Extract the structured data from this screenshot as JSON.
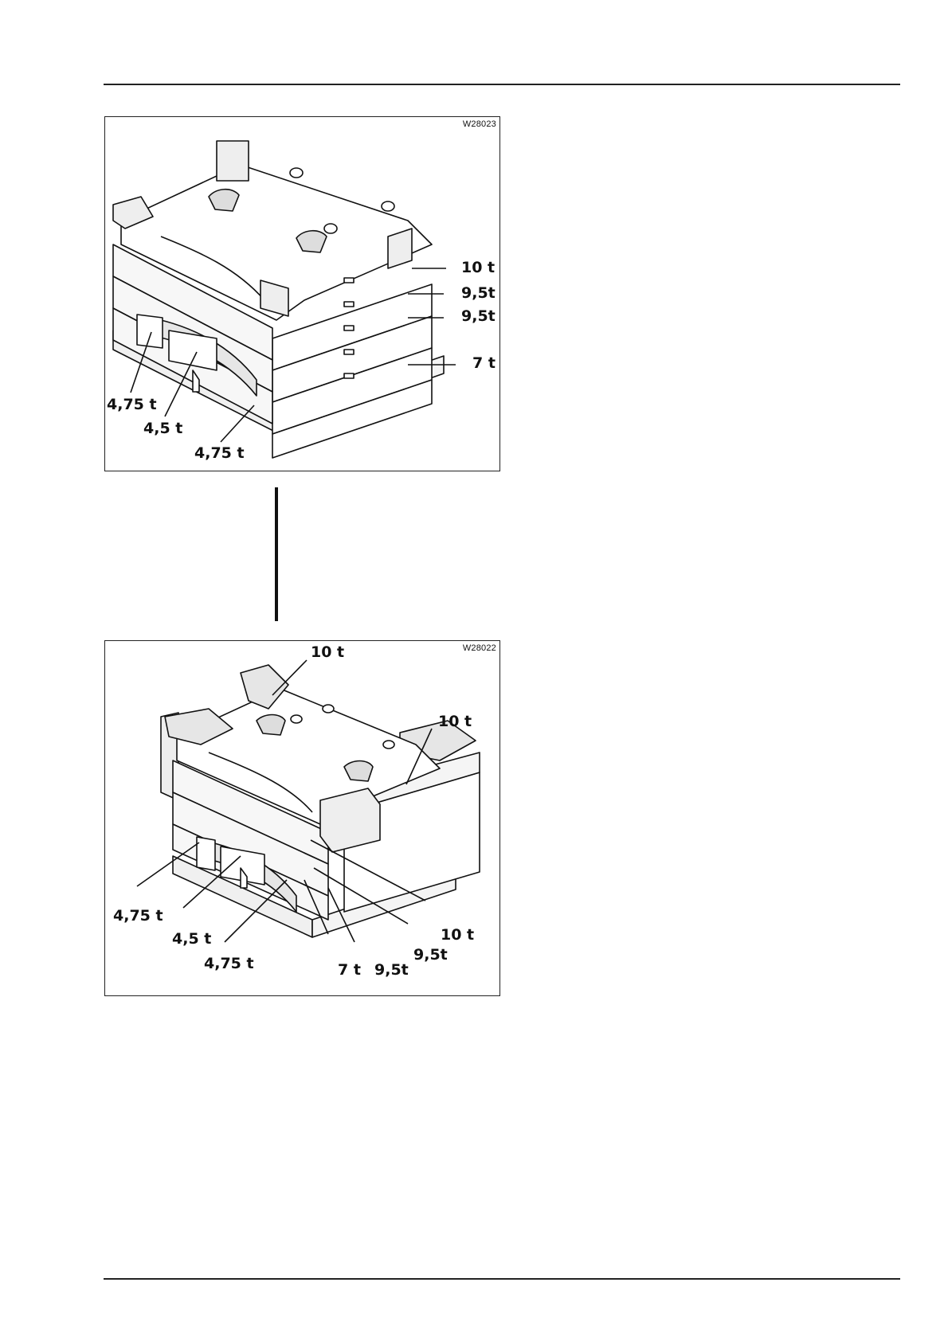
{
  "figures": [
    {
      "id": "W28023",
      "labels": {
        "w10": "10 t",
        "w95a": "9,5t",
        "w95b": "9,5t",
        "w7": "7 t",
        "w475a": "4,75 t",
        "w45": "4,5 t",
        "w475b": "4,75 t"
      }
    },
    {
      "id": "W28022",
      "labels": {
        "top10": "10 t",
        "right10": "10 t",
        "w475a": "4,75 t",
        "w45": "4,5 t",
        "w475b": "4,75 t",
        "w7": "7 t",
        "w95a": "9,5t",
        "w95b": "9,5t",
        "low10": "10 t"
      }
    }
  ],
  "colors": {
    "line": "#111111",
    "paper": "#ffffff",
    "shade": "#e6e6e6"
  }
}
